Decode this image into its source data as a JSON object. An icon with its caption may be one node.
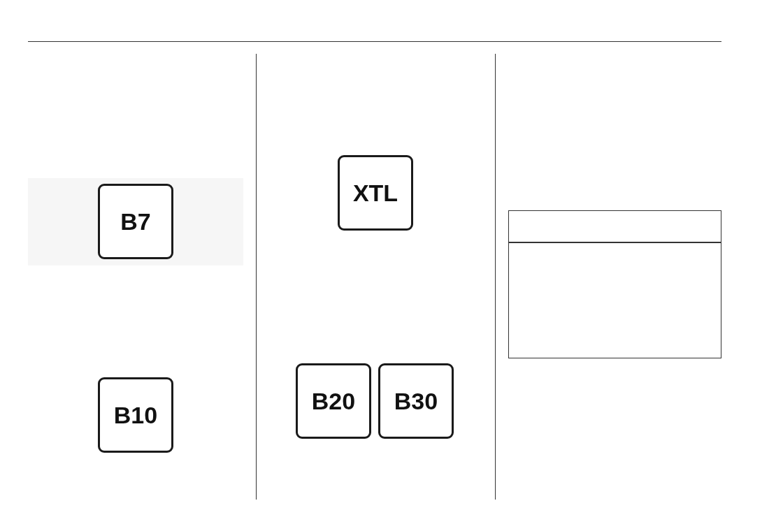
{
  "diagram": {
    "nodes": [
      {
        "text": [
          "B7"
        ]
      },
      {
        "text": [
          "B10"
        ]
      },
      {
        "text": [
          "XTL"
        ]
      },
      {
        "text": [
          "B20"
        ]
      },
      {
        "text": [
          "B30"
        ]
      },
      {
        "text": [],
        "shape": "box"
      }
    ]
  }
}
